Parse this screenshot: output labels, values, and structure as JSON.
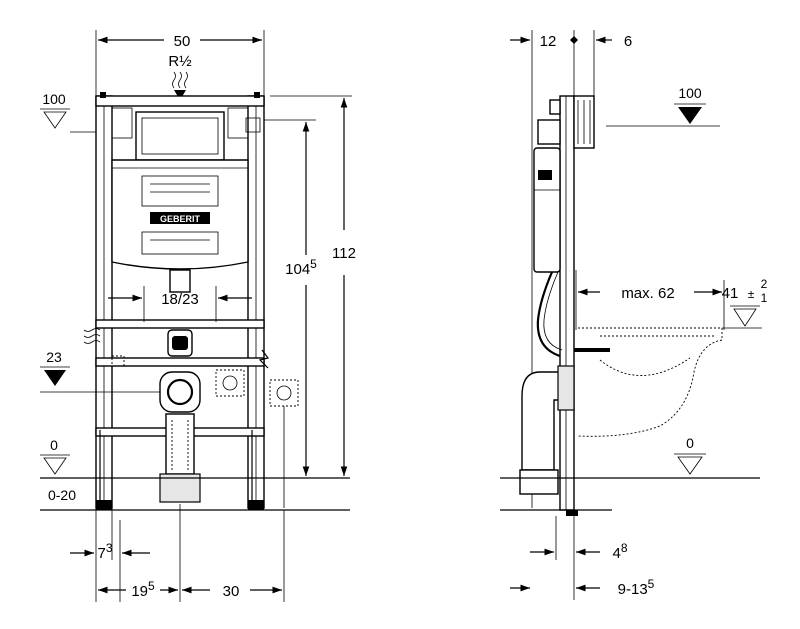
{
  "front_view": {
    "width_top": "50",
    "inlet": "R½",
    "width_bowl": "18/23",
    "height_total": "112",
    "height_inner_main": "104",
    "height_inner_sup": "5",
    "bottom_a_main": "7",
    "bottom_a_sup": "3",
    "bottom_b_main": "19",
    "bottom_b_sup": "5",
    "bottom_c": "30",
    "brand_label": "GEBERIT",
    "levels": {
      "top": "100",
      "mid": "23",
      "floor": "0",
      "range": "0-20"
    }
  },
  "side_view": {
    "top_left": "12",
    "top_right": "6",
    "projection": "max. 62",
    "height_main": "41",
    "height_tol_plus": "2",
    "height_tol_minus": "1",
    "tol_sign": "±",
    "bottom_a_main": "4",
    "bottom_a_sup": "8",
    "bottom_b_main": "9-13",
    "bottom_b_sup": "5",
    "levels": {
      "top": "100",
      "floor": "0"
    }
  },
  "colors": {
    "line": "#000000",
    "background": "#ffffff"
  }
}
